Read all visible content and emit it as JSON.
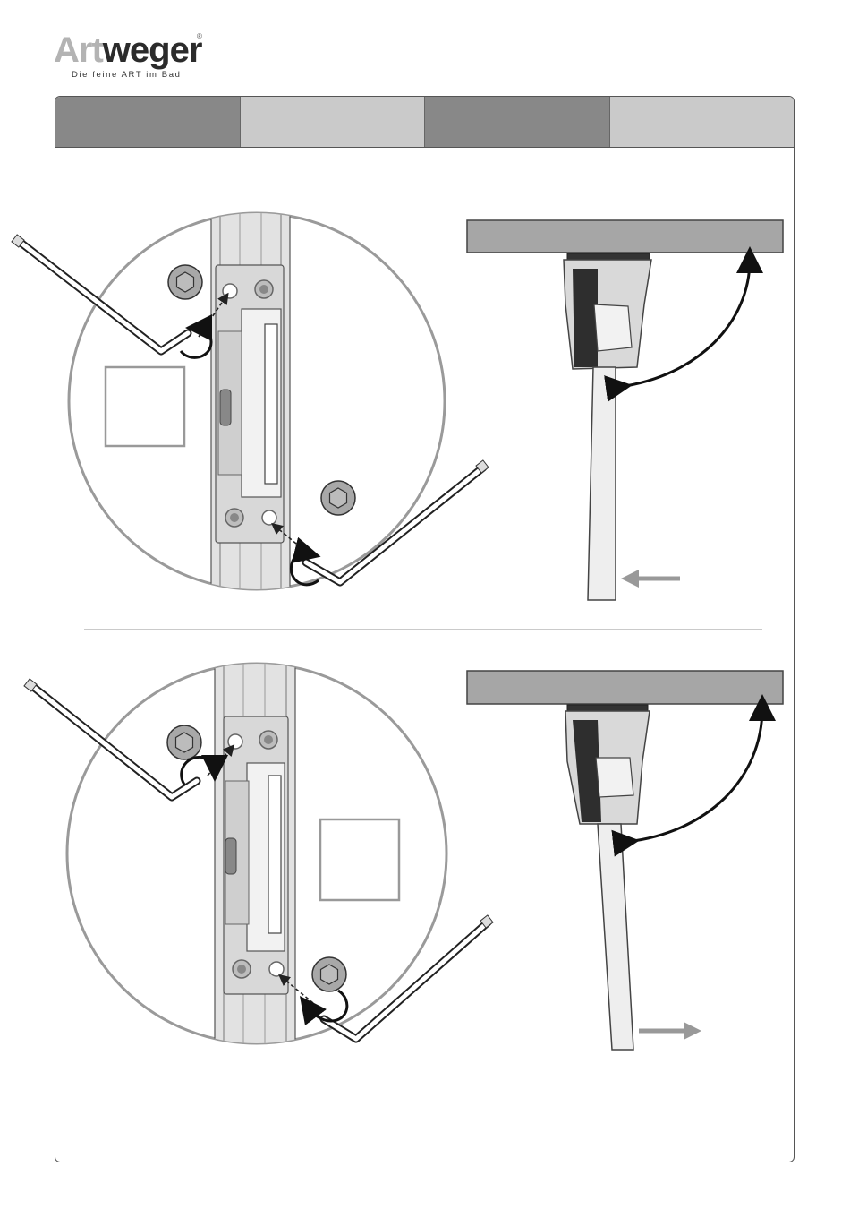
{
  "brand": {
    "name_part1": "Art",
    "name_part2": "weger",
    "registered_mark": "®",
    "tagline": "Die feine ART im Bad"
  },
  "header_tabs": [
    {
      "shade": "dark",
      "color": "#888888"
    },
    {
      "shade": "light",
      "color": "#cacaca"
    },
    {
      "shade": "dark",
      "color": "#888888"
    },
    {
      "shade": "light",
      "color": "#cacaca"
    }
  ],
  "panels": [
    {
      "id": "top",
      "arrow_direction": "left",
      "hex_bolt_count": 2,
      "annotation_box": "empty"
    },
    {
      "id": "bottom",
      "arrow_direction": "right",
      "hex_bolt_count": 2,
      "annotation_box": "empty"
    }
  ],
  "colors": {
    "frame": "#555555",
    "wall_bar": "#a6a6a6",
    "arrow_grey": "#999999"
  }
}
